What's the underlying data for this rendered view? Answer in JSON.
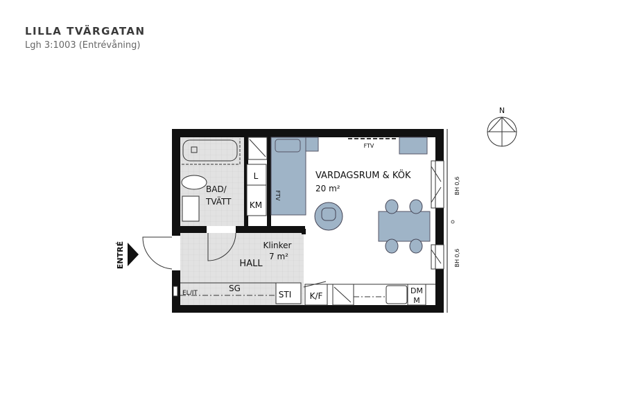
{
  "header": {
    "title": "LILLA TVÄRGATAN",
    "subtitle": "Lgh 3:1003 (Entrévåning)"
  },
  "compass": {
    "label": "N"
  },
  "entrance": {
    "label": "ENTRÉ"
  },
  "rooms": {
    "living": {
      "name": "VARDAGSRUM & KÖK",
      "area": "20 m²"
    },
    "bath": {
      "line1": "BAD/",
      "line2": "TVÄTT"
    },
    "hall": {
      "name": "HALL",
      "floor": "Klinker",
      "area": "7 m²"
    }
  },
  "labels": {
    "ftv_top": "FTV",
    "ftv_side": "FTV",
    "l": "L",
    "km": "KM",
    "elit": "EL/IT",
    "sg": "SG",
    "sti": "STI",
    "kf": "K/F",
    "dm": "DM",
    "m": "M",
    "bh1": "BH 0,6",
    "bh2": "BH 0,6"
  },
  "colors": {
    "wall": "#111111",
    "furniture": "#9fb4c7",
    "tile": "#e2e2e2"
  }
}
